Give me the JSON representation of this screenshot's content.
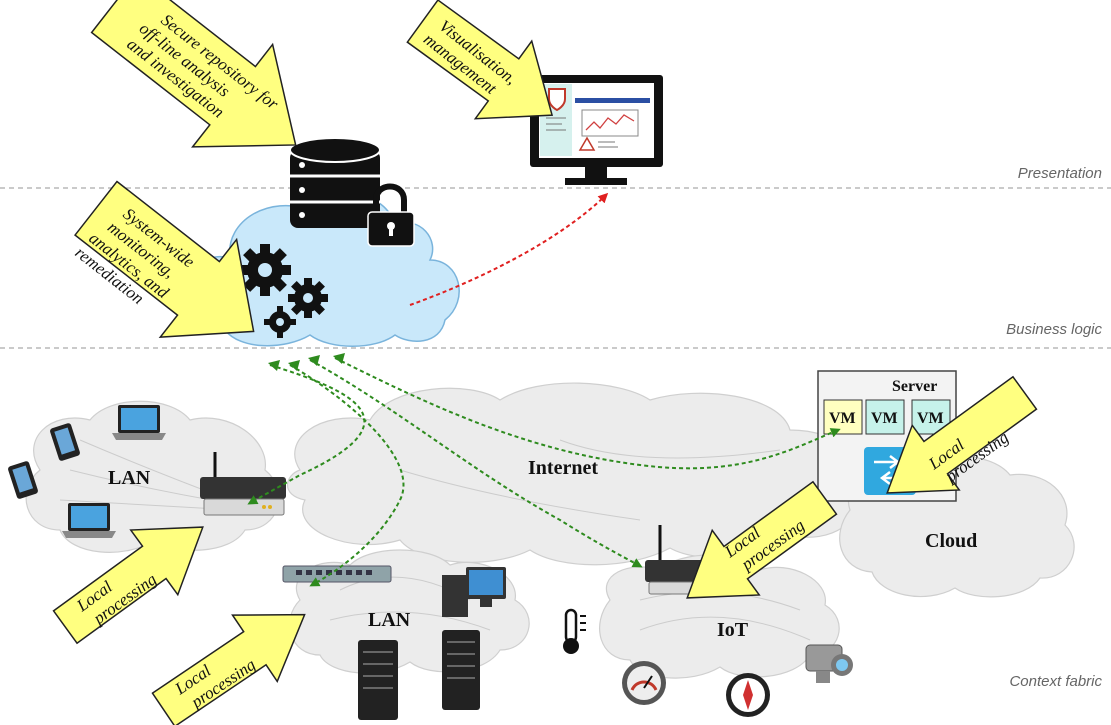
{
  "layers": {
    "presentation": "Presentation",
    "business_logic": "Business logic",
    "context_fabric": "Context fabric"
  },
  "callouts": {
    "repository": [
      "Secure repository for",
      "off-line analysis",
      "and investigation"
    ],
    "visualisation": [
      "Visualisation,",
      "management"
    ],
    "monitoring": [
      "System-wide",
      "monitoring,",
      "analytics, and",
      "remediation"
    ],
    "local_lan_left": [
      "Local",
      "processing"
    ],
    "local_lan_bottom": [
      "Local",
      "processing"
    ],
    "local_iot": [
      "Local",
      "processing"
    ],
    "local_server": [
      "Local",
      "processing"
    ]
  },
  "nodes": {
    "lan_left": "LAN",
    "internet": "Internet",
    "cloud": "Cloud",
    "lan_bottom": "LAN",
    "iot": "IoT",
    "server": "Server",
    "vm": [
      "VM",
      "VM",
      "VM"
    ]
  },
  "colors": {
    "callout_fill": "#ffff80",
    "cloud_blue": "#c9e8fa",
    "cloud_gray": "#ececec",
    "green_link": "#2e8b1e",
    "red_link": "#e02020",
    "vm_yellow": "#ffffc0",
    "vm_teal": "#c6f2ea"
  }
}
